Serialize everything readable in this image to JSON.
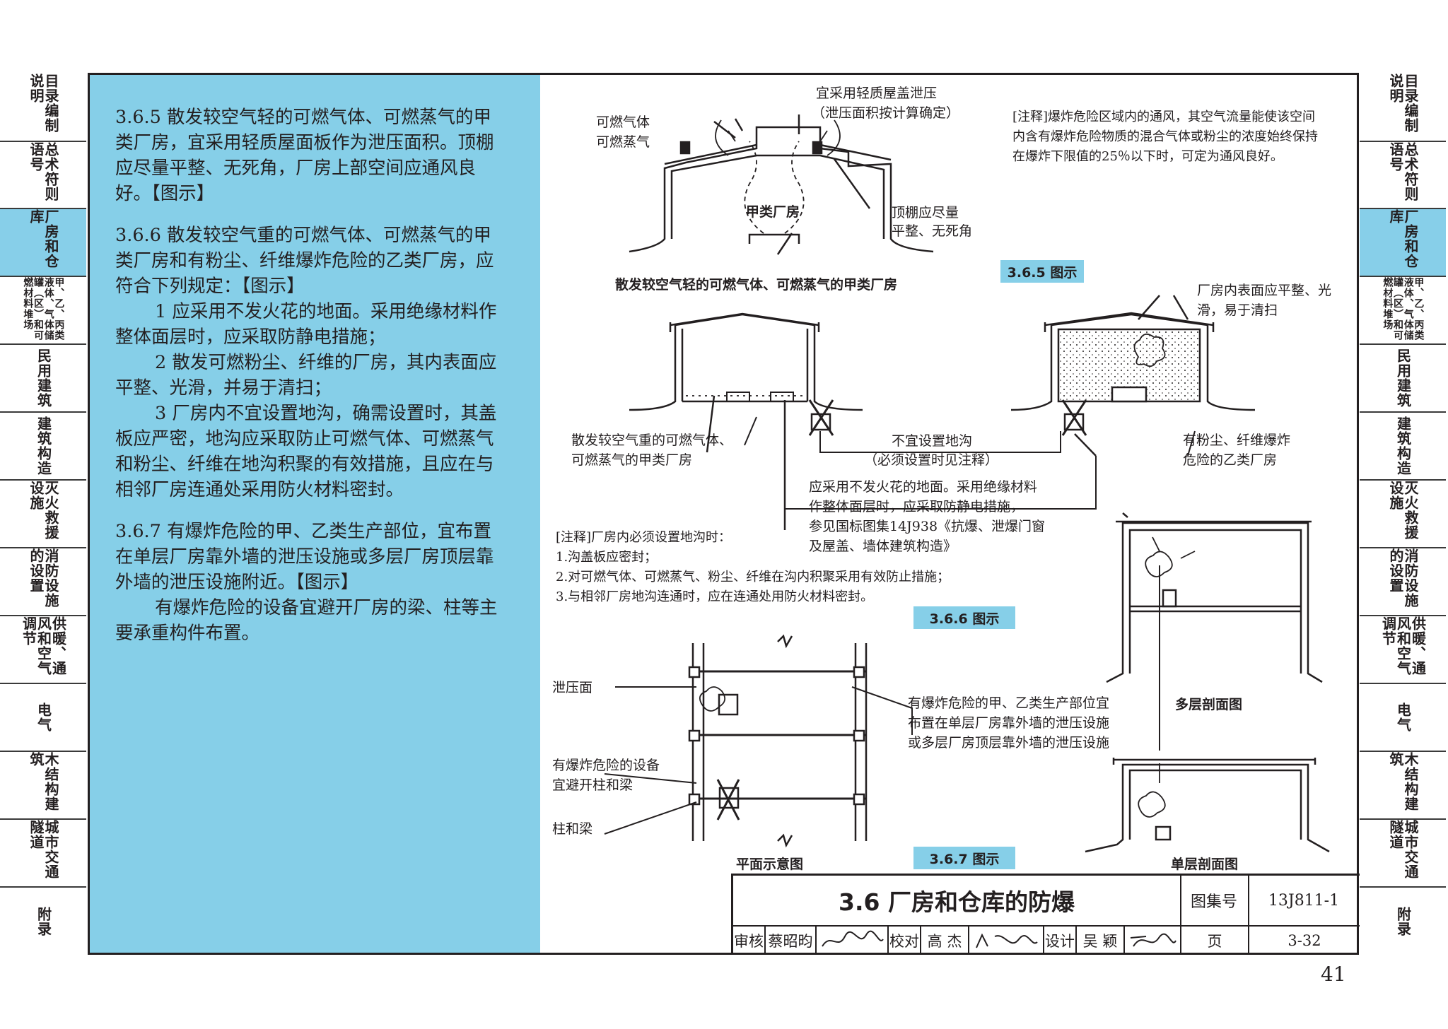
{
  "nav_left": [
    {
      "label": "目录编制说明"
    },
    {
      "label": "总术符则语号"
    },
    {
      "label": "厂房和仓库"
    },
    {
      "label": "甲、乙、丙类液体、气体储罐（区）和可燃材料堆场"
    },
    {
      "label": "民用建筑"
    },
    {
      "label": "建筑构造"
    },
    {
      "label": "灭火救援设施"
    },
    {
      "label": "消防设施的设置"
    },
    {
      "label": "供暖、通风和空气调节"
    },
    {
      "label": "电气"
    },
    {
      "label": "木结构建筑"
    },
    {
      "label": "城市交通隧道"
    },
    {
      "label": "附录"
    }
  ],
  "nav_right": [
    {
      "label": "目录编制说明"
    },
    {
      "label": "总术符则语号"
    },
    {
      "label": "厂房和仓库"
    },
    {
      "label": "甲、乙、丙类液体、气体储罐（区）和可燃材料堆场"
    },
    {
      "label": "民用建筑"
    },
    {
      "label": "建筑构造"
    },
    {
      "label": "灭火救援设施"
    },
    {
      "label": "消防设施的设置"
    },
    {
      "label": "供暖、通风和空气调节"
    },
    {
      "label": "电气"
    },
    {
      "label": "木结构建筑"
    },
    {
      "label": "城市交通隧道"
    },
    {
      "label": "附录"
    }
  ],
  "clauses": {
    "c365": "3.6.5 散发较空气轻的可燃气体、可燃蒸气的甲类厂房，宜采用轻质屋面板作为泄压面积。顶棚应尽量平整、无死角，厂房上部空间应通风良好。【图示】",
    "c366": "3.6.6 散发较空气重的可燃气体、可燃蒸气的甲类厂房和有粉尘、纤维爆炸危险的乙类厂房，应符合下列规定：【图示】",
    "c366_1": "1 应采用不发火花的地面。采用绝缘材料作整体面层时，应采取防静电措施；",
    "c366_2": "2 散发可燃粉尘、纤维的厂房，其内表面应平整、光滑，并易于清扫；",
    "c366_3": "3 厂房内不宜设置地沟，确需设置时，其盖板应严密，地沟应采取防止可燃气体、可燃蒸气和粉尘、纤维在地沟积聚的有效措施，且应在与相邻厂房连通处采用防火材料密封。",
    "c367": "3.6.7 有爆炸危险的甲、乙类生产部位，宜布置在单层厂房靠外墙的泄压设施或多层厂房顶层靠外墙的泄压设施附近。【图示】",
    "c367_b": "有爆炸危险的设备宜避开厂房的梁、柱等主要承重构件布置。"
  },
  "fig365": {
    "roof_label_1": "宜采用轻质屋盖泄压",
    "roof_label_2": "（泄压面积按计算确定）",
    "gas_1": "可燃气体",
    "gas_2": "可燃蒸气",
    "room": "甲类厂房",
    "ceiling_1": "顶棚应尽量",
    "ceiling_2": "平整、无死角",
    "caption": "散发较空气轻的可燃气体、可燃蒸气的甲类厂房",
    "note": "[注释]爆炸危险区域内的通风，其空气流量能使该空间内含有爆炸危险物质的混合气体或粉尘的浓度始终保持在爆炸下限值的25％以下时，可定为通风良好。",
    "badge": "3.6.5 图示"
  },
  "fig366": {
    "surface_1": "厂房内表面应平整、光",
    "surface_2": "滑，易于清扫",
    "left_1": "散发较空气重的可燃气体、",
    "left_2": "可燃蒸气的甲类厂房",
    "trench_1": "不宜设置地沟",
    "trench_2": "（必须设置时见注释）",
    "right_1": "有粉尘、纤维爆炸",
    "right_2": "危险的乙类厂房",
    "floor_1": "应采用不发火花的地面。采用绝缘材料",
    "floor_2": "作整体面层时，应采取防静电措施，",
    "floor_3": "参见国标图集14J938《抗爆、泄爆门窗",
    "floor_4": "及屋盖、墙体建筑构造》",
    "note_title": "[注释]厂房内必须设置地沟时：",
    "note_1": "1.沟盖板应密封；",
    "note_2": "2.对可燃气体、可燃蒸气、粉尘、纤维在沟内积聚采用有效防止措施；",
    "note_3": "3.与相邻厂房地沟连通时，应在连通处用防火材料密封。",
    "badge": "3.6.6 图示"
  },
  "fig367": {
    "relief": "泄压面",
    "equip_1": "有爆炸危险的设备",
    "equip_2": "宜避开柱和梁",
    "column": "柱和梁",
    "plan": "平面示意图",
    "pos_1": "有爆炸危险的甲、乙类生产部位宜",
    "pos_2": "布置在单层厂房靠外墙的泄压设施",
    "pos_3": "或多层厂房顶层靠外墙的泄压设施",
    "multi": "多层剖面图",
    "single": "单层剖面图",
    "badge": "3.6.7 图示"
  },
  "title_block": {
    "title": "3.6 厂房和仓库的防爆",
    "atlas_label": "图集号",
    "atlas_no": "13J811-1",
    "review_label": "审核",
    "reviewer": "蔡昭昀",
    "check_label": "校对",
    "checker": "高 杰",
    "design_label": "设计",
    "designer": "吴 颖",
    "page_label": "页",
    "page": "3-32"
  },
  "page_number": "41"
}
